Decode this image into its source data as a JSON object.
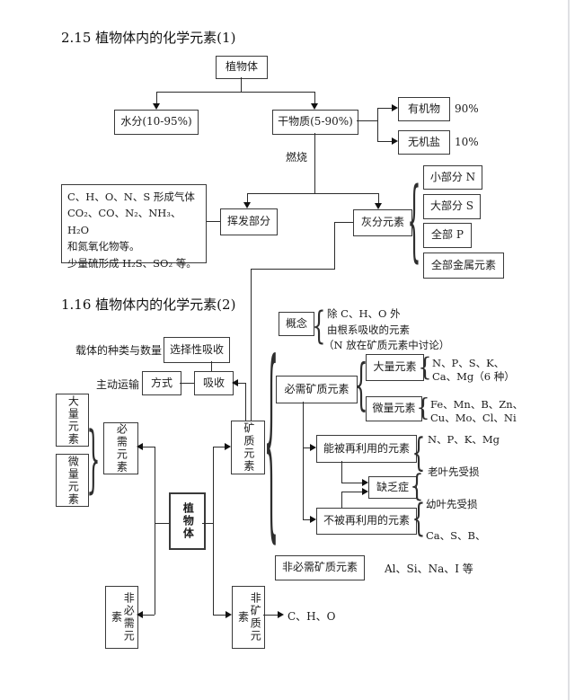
{
  "section1": {
    "title": "2.15 植物体内的化学元素(1)",
    "plant": "植物体",
    "water": "水分(10-95%)",
    "dry_matter": "干物质(5-90%)",
    "organic": "有机物",
    "organic_pct": "90%",
    "inorganic": "无机盐",
    "inorganic_pct": "10%",
    "burn": "燃烧",
    "volatile": "挥发部分",
    "gas_note_l1": "C、H、O、N、S 形成气体",
    "gas_note_l2": "CO₂、CO、N₂、NH₃、H₂O",
    "gas_note_l3": "和氮氧化物等。",
    "gas_note_l4": "少量硫形成 H₂S、SO₂ 等。",
    "ash": "灰分元素",
    "ash_items": [
      "小部分 N",
      "大部分 S",
      "全部 P",
      "全部金属元素"
    ]
  },
  "section2": {
    "title": "1.16 植物体内的化学元素(2)",
    "carrier_label": "载体的种类与数量",
    "selective": "选择性吸收",
    "active_transport": "主动运输",
    "mode": "方式",
    "absorb": "吸收",
    "macro_left": "大量元素",
    "micro_left": "微量元素",
    "essential": "必需元素",
    "mineral": "矿质元素",
    "plant": "植物体",
    "non_essential": "非必需元素",
    "non_mineral": "非矿质元素",
    "cho": "C、H、O",
    "concept": "概念",
    "concept_l1": "除 C、H、O 外",
    "concept_l2": "由根系吸收的元素",
    "concept_l3": "（N 放在矿质元素中讨论）",
    "essential_mineral": "必需矿质元素",
    "macro": "大量元素",
    "macro_l1": "N、P、S、K、",
    "macro_l2": "Ca、Mg（6 种）",
    "micro": "微量元素",
    "micro_l1": "Fe、Mn、B、Zn、",
    "micro_l2": "Cu、Mo、Cl、Ni",
    "reusable": "能被再利用的元素",
    "reusable_elems": "N、P、K、Mg",
    "old_leaf": "老叶先受损",
    "deficiency": "缺乏症",
    "young_leaf": "幼叶先受损",
    "non_reusable": "不被再利用的元素",
    "non_reusable_elems": "Ca、S、B、",
    "non_essential_mineral": "非必需矿质元素",
    "nem_elems": "Al、Si、Na、I 等"
  }
}
